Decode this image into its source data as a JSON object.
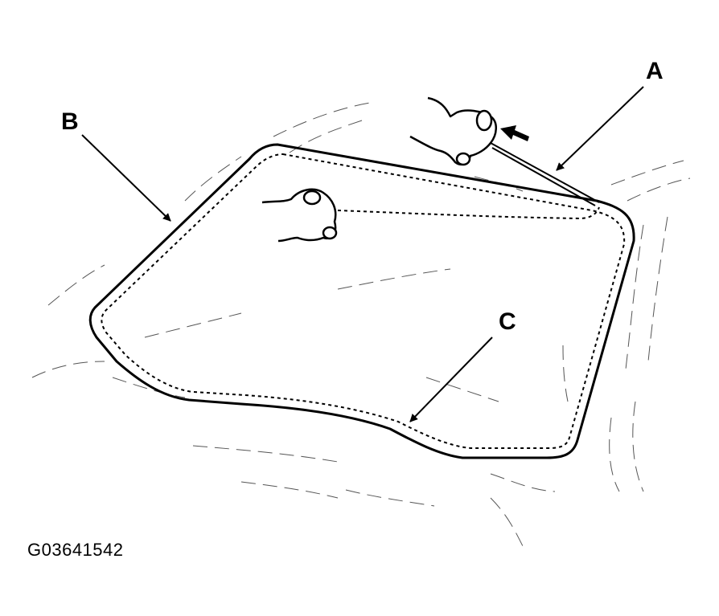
{
  "labels": {
    "a": "A",
    "b": "B",
    "c": "C"
  },
  "figure_code": "G03641542"
}
